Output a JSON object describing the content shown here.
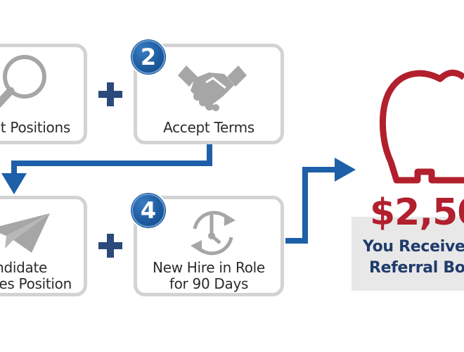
{
  "colors": {
    "accent_blue": "#1d5fa8",
    "plus_navy": "#2a4a7b",
    "box_border": "#d3d3d3",
    "icon_grey": "#a6a6a6",
    "bonus_red": "#b21f2d",
    "bonus_text_navy": "#1f3b6b",
    "panel_grey": "#e8e8e8"
  },
  "steps": [
    {
      "label_lines": [
        "t Positions"
      ],
      "icon": "magnifier-icon"
    },
    {
      "number": "2",
      "label_lines": [
        "Accept Terms"
      ],
      "icon": "handshake-icon"
    },
    {
      "label_lines": [
        "ndidate",
        "es Position"
      ],
      "icon": "paper-plane-icon"
    },
    {
      "number": "4",
      "label_lines": [
        "New Hire in Role",
        "for 90 Days"
      ],
      "icon": "clock-cycle-icon"
    }
  ],
  "operators": [
    "+",
    "+"
  ],
  "result": {
    "icon": "piggy-bank-icon",
    "amount": "$2,50",
    "lines": [
      "You Receive",
      "Referral Bo"
    ]
  }
}
